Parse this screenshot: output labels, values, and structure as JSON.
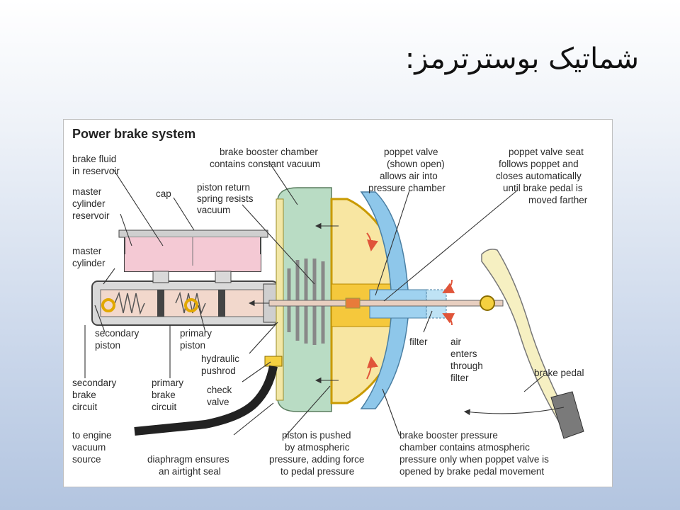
{
  "slide": {
    "title": "شماتیک بوسترترمز:"
  },
  "diagram": {
    "title": "Power brake system",
    "labels": {
      "brake_fluid": [
        "brake fluid",
        "in reservoir"
      ],
      "master_cyl_reservoir": [
        "master",
        "cylinder",
        "reservoir"
      ],
      "cap": [
        "cap"
      ],
      "master_cylinder": [
        "master",
        "cylinder"
      ],
      "piston_return": [
        "piston return",
        "spring resists",
        "vacuum"
      ],
      "booster_chamber": [
        "brake booster chamber",
        "contains constant vacuum"
      ],
      "poppet_valve": [
        "poppet valve",
        "(shown open)",
        "allows air into",
        "pressure chamber"
      ],
      "poppet_seat": [
        "poppet valve seat",
        "follows poppet and",
        "closes automatically",
        "until brake pedal is",
        "moved farther"
      ],
      "secondary_piston": [
        "secondary",
        "piston"
      ],
      "primary_piston": [
        "primary",
        "piston"
      ],
      "hydraulic_pushrod": [
        "hydraulic",
        "pushrod"
      ],
      "filter": [
        "filter"
      ],
      "air_enters": [
        "air",
        "enters",
        "through",
        "filter"
      ],
      "secondary_circuit": [
        "secondary",
        "brake",
        "circuit"
      ],
      "primary_circuit": [
        "primary",
        "brake",
        "circuit"
      ],
      "check_valve": [
        "check",
        "valve"
      ],
      "brake_pedal": [
        "brake pedal"
      ],
      "engine_vacuum": [
        "to engine",
        "vacuum",
        "source"
      ],
      "diaphragm": [
        "diaphragm ensures",
        "an airtight seal"
      ],
      "piston_pushed": [
        "piston is pushed",
        "by atmospheric",
        "pressure, adding force",
        "to pedal pressure"
      ],
      "pressure_chamber": [
        "brake booster pressure",
        "chamber contains atmospheric",
        "pressure only when poppet valve is",
        "opened by brake pedal movement"
      ]
    }
  }
}
